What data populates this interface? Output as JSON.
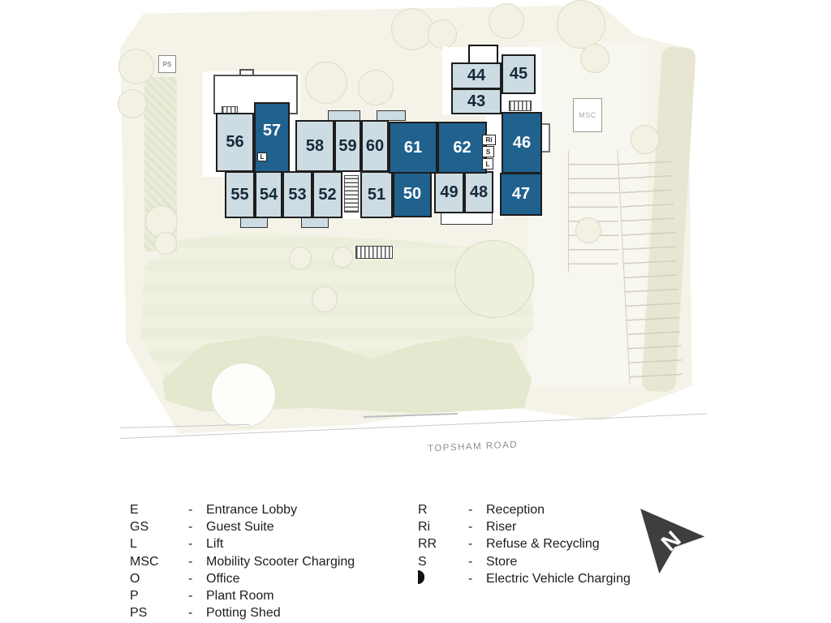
{
  "plan": {
    "units": [
      {
        "label": "43",
        "highlight": false
      },
      {
        "label": "44",
        "highlight": false
      },
      {
        "label": "45",
        "highlight": false
      },
      {
        "label": "46",
        "highlight": true
      },
      {
        "label": "47",
        "highlight": true
      },
      {
        "label": "48",
        "highlight": false
      },
      {
        "label": "49",
        "highlight": false
      },
      {
        "label": "50",
        "highlight": true
      },
      {
        "label": "51",
        "highlight": false
      },
      {
        "label": "52",
        "highlight": false
      },
      {
        "label": "53",
        "highlight": false
      },
      {
        "label": "54",
        "highlight": false
      },
      {
        "label": "55",
        "highlight": false
      },
      {
        "label": "56",
        "highlight": false
      },
      {
        "label": "57",
        "highlight": true
      },
      {
        "label": "58",
        "highlight": false
      },
      {
        "label": "59",
        "highlight": false
      },
      {
        "label": "60",
        "highlight": false
      },
      {
        "label": "61",
        "highlight": true
      },
      {
        "label": "62",
        "highlight": true
      }
    ],
    "small_labels": {
      "lift": "L",
      "riser": "Ri",
      "store": "S",
      "potting_shed": "PS",
      "mobility_scooter": "MSC"
    },
    "road_label": "TOPSHAM ROAD",
    "colors": {
      "highlight_fill": "#20618e",
      "standard_fill": "#cddce2",
      "site_ground": "#f5f3e8"
    }
  },
  "legend": {
    "dash": "-",
    "left": [
      {
        "abbr": "E",
        "desc": "Entrance Lobby"
      },
      {
        "abbr": "GS",
        "desc": "Guest Suite"
      },
      {
        "abbr": "L",
        "desc": "Lift"
      },
      {
        "abbr": "MSC",
        "desc": "Mobility Scooter Charging"
      },
      {
        "abbr": "O",
        "desc": "Office"
      },
      {
        "abbr": "P",
        "desc": "Plant Room"
      },
      {
        "abbr": "PS",
        "desc": "Potting Shed"
      }
    ],
    "right": [
      {
        "abbr": "R",
        "desc": "Reception"
      },
      {
        "abbr": "Ri",
        "desc": "Riser"
      },
      {
        "abbr": "RR",
        "desc": "Refuse & Recycling"
      },
      {
        "abbr": "S",
        "desc": "Store"
      },
      {
        "abbr": "",
        "desc": "Electric Vehicle Charging",
        "icon": "ev-charging"
      }
    ]
  },
  "compass": {
    "label": "N"
  }
}
